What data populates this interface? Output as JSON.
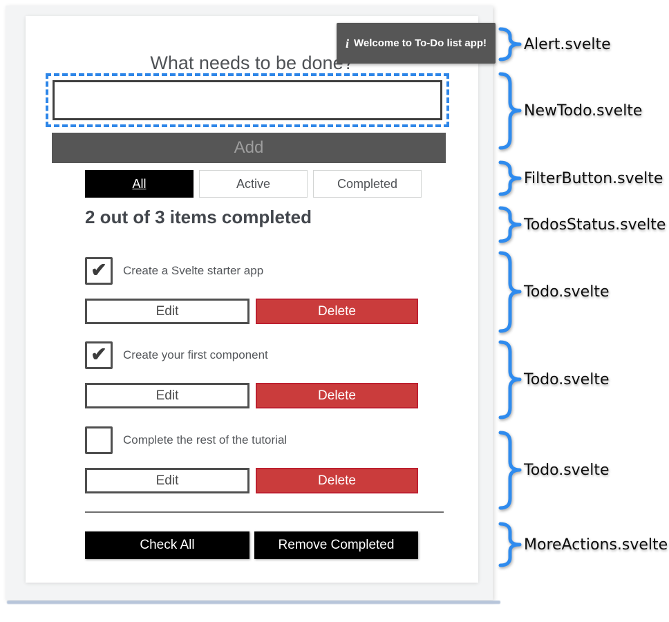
{
  "app": {
    "heading": "What needs to be done?",
    "alert": {
      "text": "Welcome to To-Do list app!"
    },
    "new_todo": {
      "value": "",
      "add_label": "Add"
    },
    "filters": [
      {
        "label": "All",
        "selected": true
      },
      {
        "label": "Active",
        "selected": false
      },
      {
        "label": "Completed",
        "selected": false
      }
    ],
    "status": "2 out of 3 items completed",
    "todos": [
      {
        "label": "Create a Svelte starter app",
        "checked": true,
        "edit_label": "Edit",
        "delete_label": "Delete"
      },
      {
        "label": "Create your first component",
        "checked": true,
        "edit_label": "Edit",
        "delete_label": "Delete"
      },
      {
        "label": "Complete the rest of the tutorial",
        "checked": false,
        "edit_label": "Edit",
        "delete_label": "Delete"
      }
    ],
    "more_actions": {
      "check_all_label": "Check All",
      "remove_completed_label": "Remove Completed"
    }
  },
  "annotations": [
    {
      "label": "Alert.svelte"
    },
    {
      "label": "NewTodo.svelte"
    },
    {
      "label": "FilterButton.svelte"
    },
    {
      "label": "TodosStatus.svelte"
    },
    {
      "label": "Todo.svelte"
    },
    {
      "label": "Todo.svelte"
    },
    {
      "label": "Todo.svelte"
    },
    {
      "label": "MoreActions.svelte"
    }
  ],
  "icons": {
    "info": "i",
    "checkmark": "✔"
  },
  "colors": {
    "brace_blue": "#2f8bee",
    "focus_ring_blue": "#2e86e8",
    "danger_red": "#ca3c3c",
    "danger_border": "#bd2130",
    "dark_gray": "#565656",
    "black": "#000000",
    "panel_gray": "#f3f4f5",
    "bottom_edge_blue": "#b7c5da"
  }
}
